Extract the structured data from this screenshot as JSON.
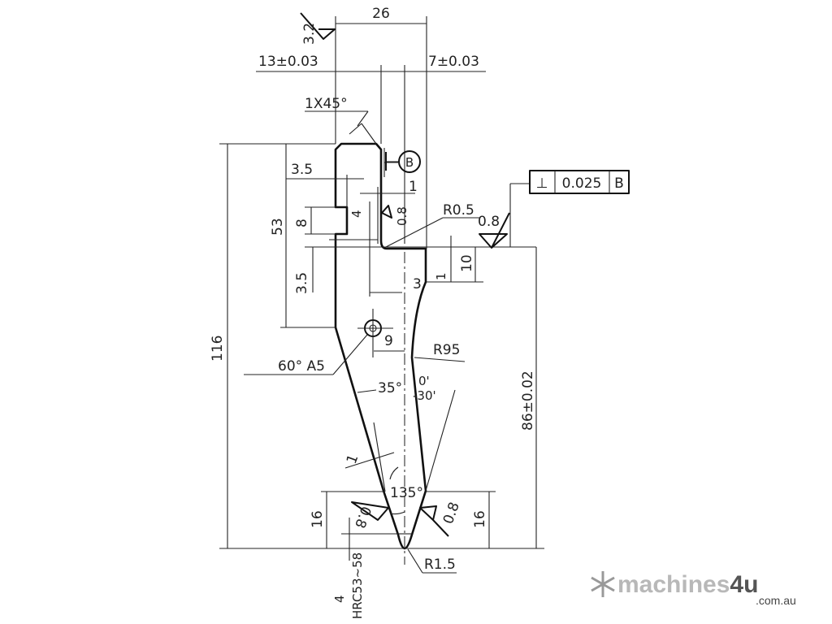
{
  "drawing": {
    "dims": {
      "width_26": "26",
      "roughness_top": "3.2",
      "left_13": "13±0.03",
      "right_7": "7±0.03",
      "chamfer": "1X45°",
      "width_3_5": "3.5",
      "datum_b": "B",
      "gap_1": "1",
      "notch_4": "4",
      "roughness_notch": "0.8",
      "radius_r0_5": "R0.5",
      "roughness_shoulder": "0.8",
      "height_53": "53",
      "notch_8": "8",
      "height_3_5": "3.5",
      "height_10": "10",
      "height_1": "1",
      "width_3": "3",
      "height_116": "116",
      "offset_9": "9",
      "center_hole": "60° A5",
      "radius_r95": "R95",
      "angle_35": "35°",
      "tol_upper": "0'",
      "tol_lower": "-30'",
      "height_86": "86±0.02",
      "flank_1": "1",
      "angle_135": "135°",
      "tip_16_left": "16",
      "tip_16_right": "16",
      "roughness_tip_left": "0.8",
      "roughness_tip_right": "0.8",
      "radius_r1_5": "R1.5",
      "depth_4": "4",
      "hardness": "HRC53~58"
    },
    "tolerance_frame": {
      "symbol": "⊥",
      "value": "0.025",
      "datum": "B"
    }
  },
  "logo": {
    "name_main": "machines",
    "name_accent": "4u",
    "domain": ".com.au"
  }
}
